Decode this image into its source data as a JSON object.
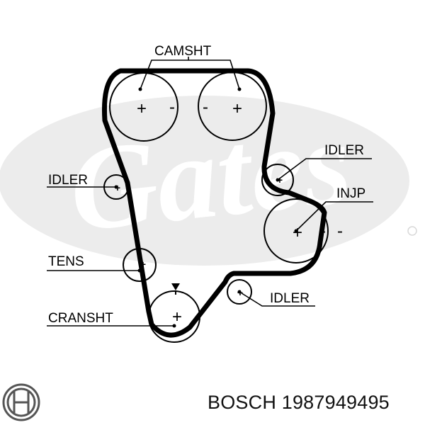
{
  "diagram": {
    "labels": {
      "camshaft": "CAMSHT",
      "idler_right": "IDLER",
      "idler_left": "IDLER",
      "injection_pump": "INJP",
      "tensioner": "TENS",
      "idler_bottom": "IDLER",
      "crankshaft": "CRANSHT"
    },
    "watermark_brand": "Gates",
    "colors": {
      "line": "#000000",
      "watermark": "#ececec"
    }
  },
  "footer": {
    "brand": "BOSCH",
    "part_number": "1987949495",
    "logo_icon": "bosch-armature-icon"
  }
}
